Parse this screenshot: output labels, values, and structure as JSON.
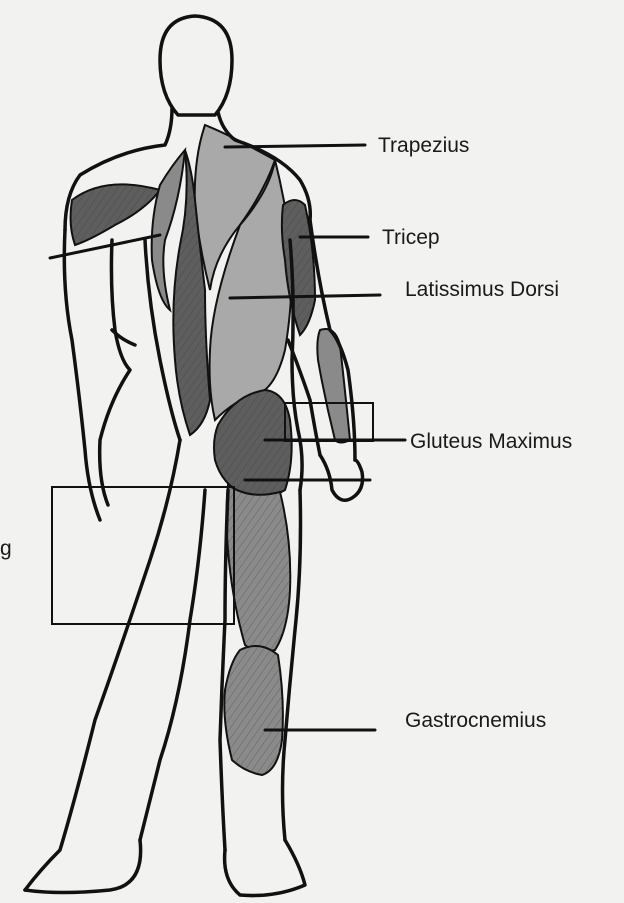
{
  "labels": {
    "trapezius": "Trapezius",
    "tricep": "Tricep",
    "latissimus": "Latissimus Dorsi",
    "gluteus": "Gluteus Maximus",
    "hamstring_fragment": "g",
    "gastrocnemius": "Gastrocnemius"
  },
  "colors": {
    "paper": "#f2f2f0",
    "ink": "#111111",
    "muscle_dark": "#5e5e5e",
    "muscle_mid": "#8a8a8a",
    "muscle_light": "#a9a9a9"
  }
}
